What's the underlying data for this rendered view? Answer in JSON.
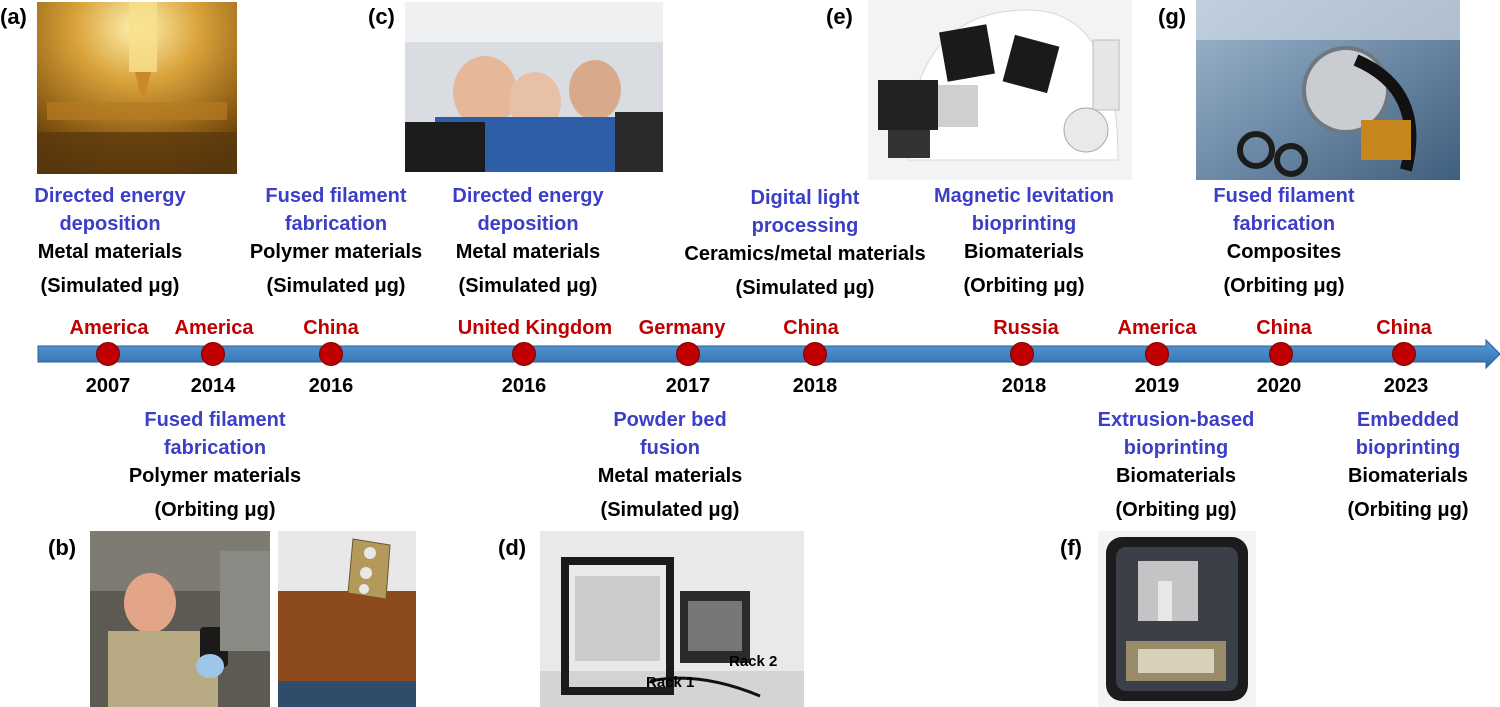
{
  "panels": [
    "(a)",
    "(b)",
    "(c)",
    "(d)",
    "(e)",
    "(f)",
    "(g)"
  ],
  "rack_labels": [
    "Rack 1",
    "Rack 2"
  ],
  "top_entries": [
    {
      "tech": [
        "Directed energy",
        "deposition"
      ],
      "material": "Metal materials",
      "condition": "(Simulated μg)"
    },
    {
      "tech": [
        "Fused filament",
        "fabrication"
      ],
      "material": "Polymer materials",
      "condition": "(Simulated μg)"
    },
    {
      "tech": [
        "Directed energy",
        "deposition"
      ],
      "material": "Metal materials",
      "condition": "(Simulated μg)"
    },
    {
      "tech": [
        "Digital light",
        "processing"
      ],
      "material": "Ceramics/metal materials",
      "condition": "(Simulated μg)"
    },
    {
      "tech": [
        "Magnetic levitation",
        "bioprinting"
      ],
      "material": "Biomaterials",
      "condition": "(Orbiting μg)"
    },
    {
      "tech": [
        "Fused filament",
        "fabrication"
      ],
      "material": "Composites",
      "condition": "(Orbiting μg)"
    }
  ],
  "bottom_entries": [
    {
      "tech": [
        "Fused filament",
        "fabrication"
      ],
      "material": "Polymer materials",
      "condition": "(Orbiting μg)"
    },
    {
      "tech": [
        "Powder bed",
        "fusion"
      ],
      "material": "Metal materials",
      "condition": "(Simulated μg)"
    },
    {
      "tech": [
        "Extrusion-based",
        "bioprinting"
      ],
      "material": "Biomaterials",
      "condition": "(Orbiting μg)"
    },
    {
      "tech": [
        "Embedded",
        "bioprinting"
      ],
      "material": "Biomaterials",
      "condition": "(Orbiting μg)"
    }
  ],
  "timeline": [
    {
      "country": "America",
      "year": "2007"
    },
    {
      "country": "America",
      "year": "2014"
    },
    {
      "country": "China",
      "year": "2016"
    },
    {
      "country": "United Kingdom",
      "year": "2016"
    },
    {
      "country": "Germany",
      "year": "2017"
    },
    {
      "country": "China",
      "year": "2018"
    },
    {
      "country": "Russia",
      "year": "2018"
    },
    {
      "country": "America",
      "year": "2019"
    },
    {
      "country": "China",
      "year": "2020"
    },
    {
      "country": "China",
      "year": "2023"
    }
  ],
  "colors": {
    "tech": "#3b3fc6",
    "country": "#c00000",
    "arrow": "#3a7dc2",
    "dot": "#c00000"
  }
}
